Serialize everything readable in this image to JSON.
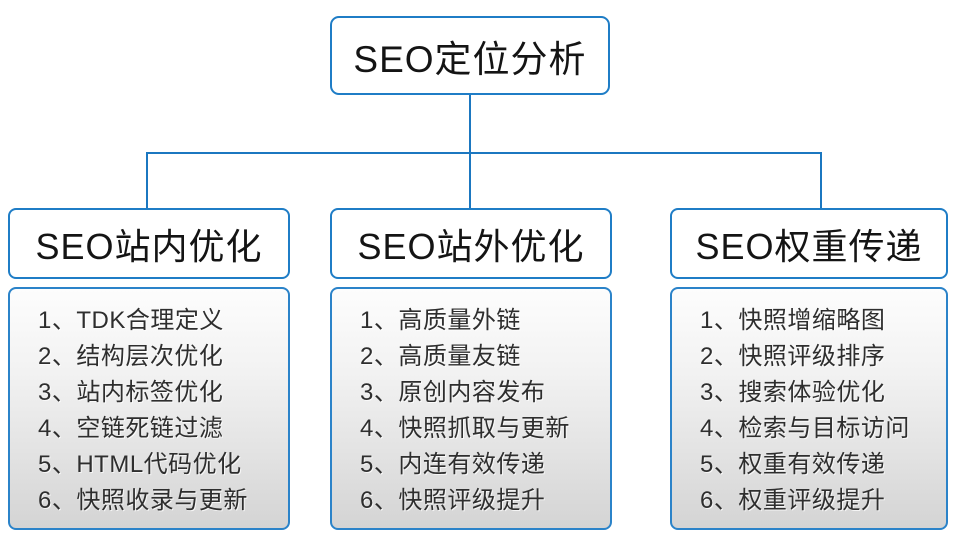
{
  "diagram": {
    "root": {
      "title": "SEO定位分析"
    },
    "columns": [
      {
        "title": "SEO站内优化",
        "items": [
          "1、TDK合理定义",
          "2、结构层次优化",
          "3、站内标签优化",
          "4、空链死链过滤",
          "5、HTML代码优化",
          "6、快照收录与更新"
        ]
      },
      {
        "title": "SEO站外优化",
        "items": [
          "1、高质量外链",
          "2、高质量友链",
          "3、原创内容发布",
          "4、快照抓取与更新",
          "5、内连有效传递",
          "6、快照评级提升"
        ]
      },
      {
        "title": "SEO权重传递",
        "items": [
          "1、快照增缩略图",
          "2、快照评级排序",
          "3、搜索体验优化",
          "4、检索与目标访问",
          "5、权重有效传递",
          "6、权重评级提升"
        ]
      }
    ],
    "colors": {
      "connector_blue": "#1b77c0",
      "border_blue": "#1f7dc6",
      "title_text": "#141414",
      "item_text": "#2e2e2e",
      "list_gradient_top": "#fdfdfd",
      "list_gradient_bottom": "#d4d4d4"
    }
  }
}
